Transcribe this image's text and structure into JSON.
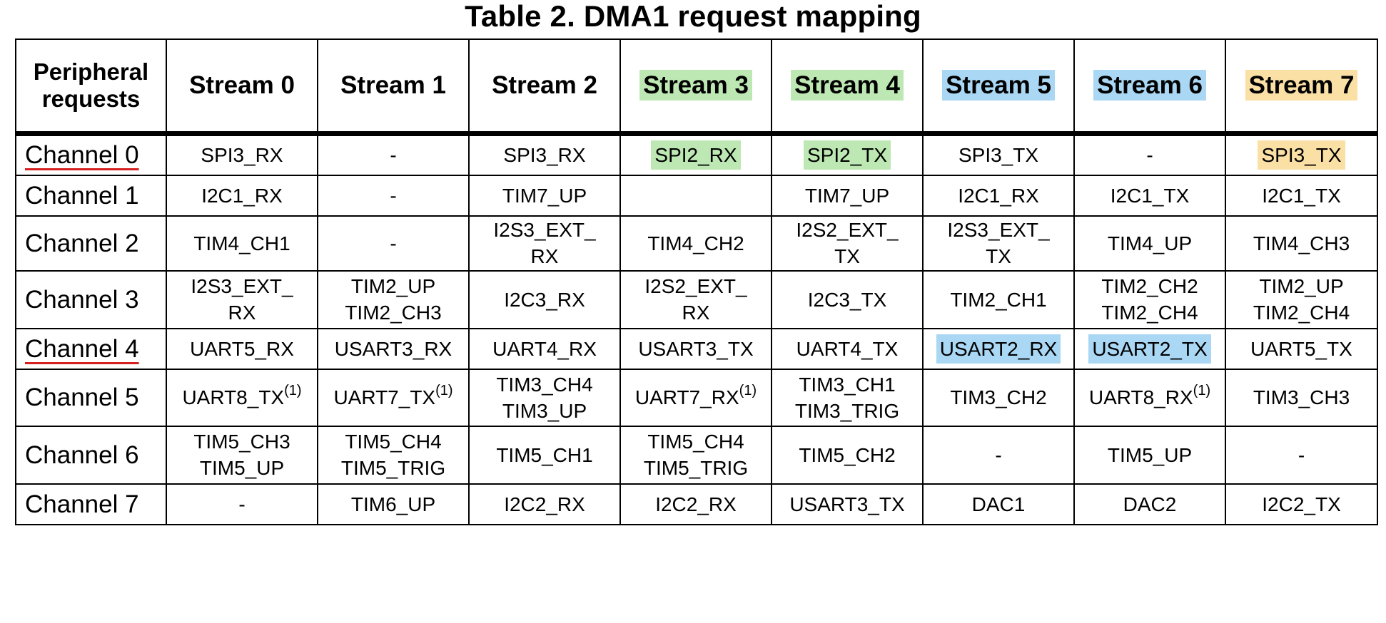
{
  "title": "Table 2. DMA1 request mapping",
  "colors": {
    "green": "#bde8b3",
    "blue": "#a9d7f4",
    "orange": "#fbe0a6",
    "underline": "#d61f1f"
  },
  "header": {
    "corner": [
      "Peripheral",
      "requests"
    ],
    "streams": [
      {
        "label": "Stream 0",
        "highlight": "none"
      },
      {
        "label": "Stream 1",
        "highlight": "none"
      },
      {
        "label": "Stream 2",
        "highlight": "none"
      },
      {
        "label": "Stream 3",
        "highlight": "green"
      },
      {
        "label": "Stream 4",
        "highlight": "green"
      },
      {
        "label": "Stream 5",
        "highlight": "blue"
      },
      {
        "label": "Stream 6",
        "highlight": "blue"
      },
      {
        "label": "Stream 7",
        "highlight": "orange"
      }
    ]
  },
  "rows": [
    {
      "label": "Channel 0",
      "underline": true,
      "cells": [
        {
          "lines": [
            "SPI3_RX"
          ]
        },
        {
          "lines": [
            "-"
          ]
        },
        {
          "lines": [
            "SPI3_RX"
          ]
        },
        {
          "lines": [
            "SPI2_RX"
          ],
          "highlight": "green"
        },
        {
          "lines": [
            "SPI2_TX"
          ],
          "highlight": "green"
        },
        {
          "lines": [
            "SPI3_TX"
          ]
        },
        {
          "lines": [
            "-"
          ]
        },
        {
          "lines": [
            "SPI3_TX"
          ],
          "highlight": "orange"
        }
      ]
    },
    {
      "label": "Channel 1",
      "underline": false,
      "cells": [
        {
          "lines": [
            "I2C1_RX"
          ]
        },
        {
          "lines": [
            "-"
          ]
        },
        {
          "lines": [
            "TIM7_UP"
          ]
        },
        {
          "lines": [
            ""
          ]
        },
        {
          "lines": [
            "TIM7_UP"
          ]
        },
        {
          "lines": [
            "I2C1_RX"
          ]
        },
        {
          "lines": [
            "I2C1_TX"
          ]
        },
        {
          "lines": [
            "I2C1_TX"
          ]
        }
      ]
    },
    {
      "label": "Channel 2",
      "underline": false,
      "cells": [
        {
          "lines": [
            "TIM4_CH1"
          ]
        },
        {
          "lines": [
            "-"
          ]
        },
        {
          "lines": [
            "I2S3_EXT_",
            "RX"
          ]
        },
        {
          "lines": [
            "TIM4_CH2"
          ]
        },
        {
          "lines": [
            "I2S2_EXT_",
            "TX"
          ]
        },
        {
          "lines": [
            "I2S3_EXT_",
            "TX"
          ]
        },
        {
          "lines": [
            "TIM4_UP"
          ]
        },
        {
          "lines": [
            "TIM4_CH3"
          ]
        }
      ]
    },
    {
      "label": "Channel 3",
      "underline": false,
      "cells": [
        {
          "lines": [
            "I2S3_EXT_",
            "RX"
          ]
        },
        {
          "lines": [
            "TIM2_UP",
            "TIM2_CH3"
          ]
        },
        {
          "lines": [
            "I2C3_RX"
          ]
        },
        {
          "lines": [
            "I2S2_EXT_",
            "RX"
          ]
        },
        {
          "lines": [
            "I2C3_TX"
          ]
        },
        {
          "lines": [
            "TIM2_CH1"
          ]
        },
        {
          "lines": [
            "TIM2_CH2",
            "TIM2_CH4"
          ]
        },
        {
          "lines": [
            "TIM2_UP",
            "TIM2_CH4"
          ]
        }
      ]
    },
    {
      "label": "Channel 4",
      "underline": true,
      "cells": [
        {
          "lines": [
            "UART5_RX"
          ]
        },
        {
          "lines": [
            "USART3_RX"
          ]
        },
        {
          "lines": [
            "UART4_RX"
          ]
        },
        {
          "lines": [
            "USART3_TX"
          ]
        },
        {
          "lines": [
            "UART4_TX"
          ]
        },
        {
          "lines": [
            "USART2_RX"
          ],
          "highlight": "blue"
        },
        {
          "lines": [
            "USART2_TX"
          ],
          "highlight": "blue"
        },
        {
          "lines": [
            "UART5_TX"
          ]
        }
      ]
    },
    {
      "label": "Channel 5",
      "underline": false,
      "cells": [
        {
          "lines": [
            "UART8_TX"
          ],
          "sup": "(1)"
        },
        {
          "lines": [
            "UART7_TX"
          ],
          "sup": "(1)"
        },
        {
          "lines": [
            "TIM3_CH4",
            "TIM3_UP"
          ]
        },
        {
          "lines": [
            "UART7_RX"
          ],
          "sup": "(1)"
        },
        {
          "lines": [
            "TIM3_CH1",
            "TIM3_TRIG"
          ]
        },
        {
          "lines": [
            "TIM3_CH2"
          ]
        },
        {
          "lines": [
            "UART8_RX"
          ],
          "sup": "(1)"
        },
        {
          "lines": [
            "TIM3_CH3"
          ]
        }
      ]
    },
    {
      "label": "Channel 6",
      "underline": false,
      "cells": [
        {
          "lines": [
            "TIM5_CH3",
            "TIM5_UP"
          ]
        },
        {
          "lines": [
            "TIM5_CH4",
            "TIM5_TRIG"
          ]
        },
        {
          "lines": [
            "TIM5_CH1"
          ]
        },
        {
          "lines": [
            "TIM5_CH4",
            "TIM5_TRIG"
          ]
        },
        {
          "lines": [
            "TIM5_CH2"
          ]
        },
        {
          "lines": [
            "-"
          ]
        },
        {
          "lines": [
            "TIM5_UP"
          ]
        },
        {
          "lines": [
            "-"
          ]
        }
      ]
    },
    {
      "label": "Channel 7",
      "underline": false,
      "cells": [
        {
          "lines": [
            "-"
          ]
        },
        {
          "lines": [
            "TIM6_UP"
          ]
        },
        {
          "lines": [
            "I2C2_RX"
          ]
        },
        {
          "lines": [
            "I2C2_RX"
          ]
        },
        {
          "lines": [
            "USART3_TX"
          ]
        },
        {
          "lines": [
            "DAC1"
          ]
        },
        {
          "lines": [
            "DAC2"
          ]
        },
        {
          "lines": [
            "I2C2_TX"
          ]
        }
      ]
    }
  ]
}
